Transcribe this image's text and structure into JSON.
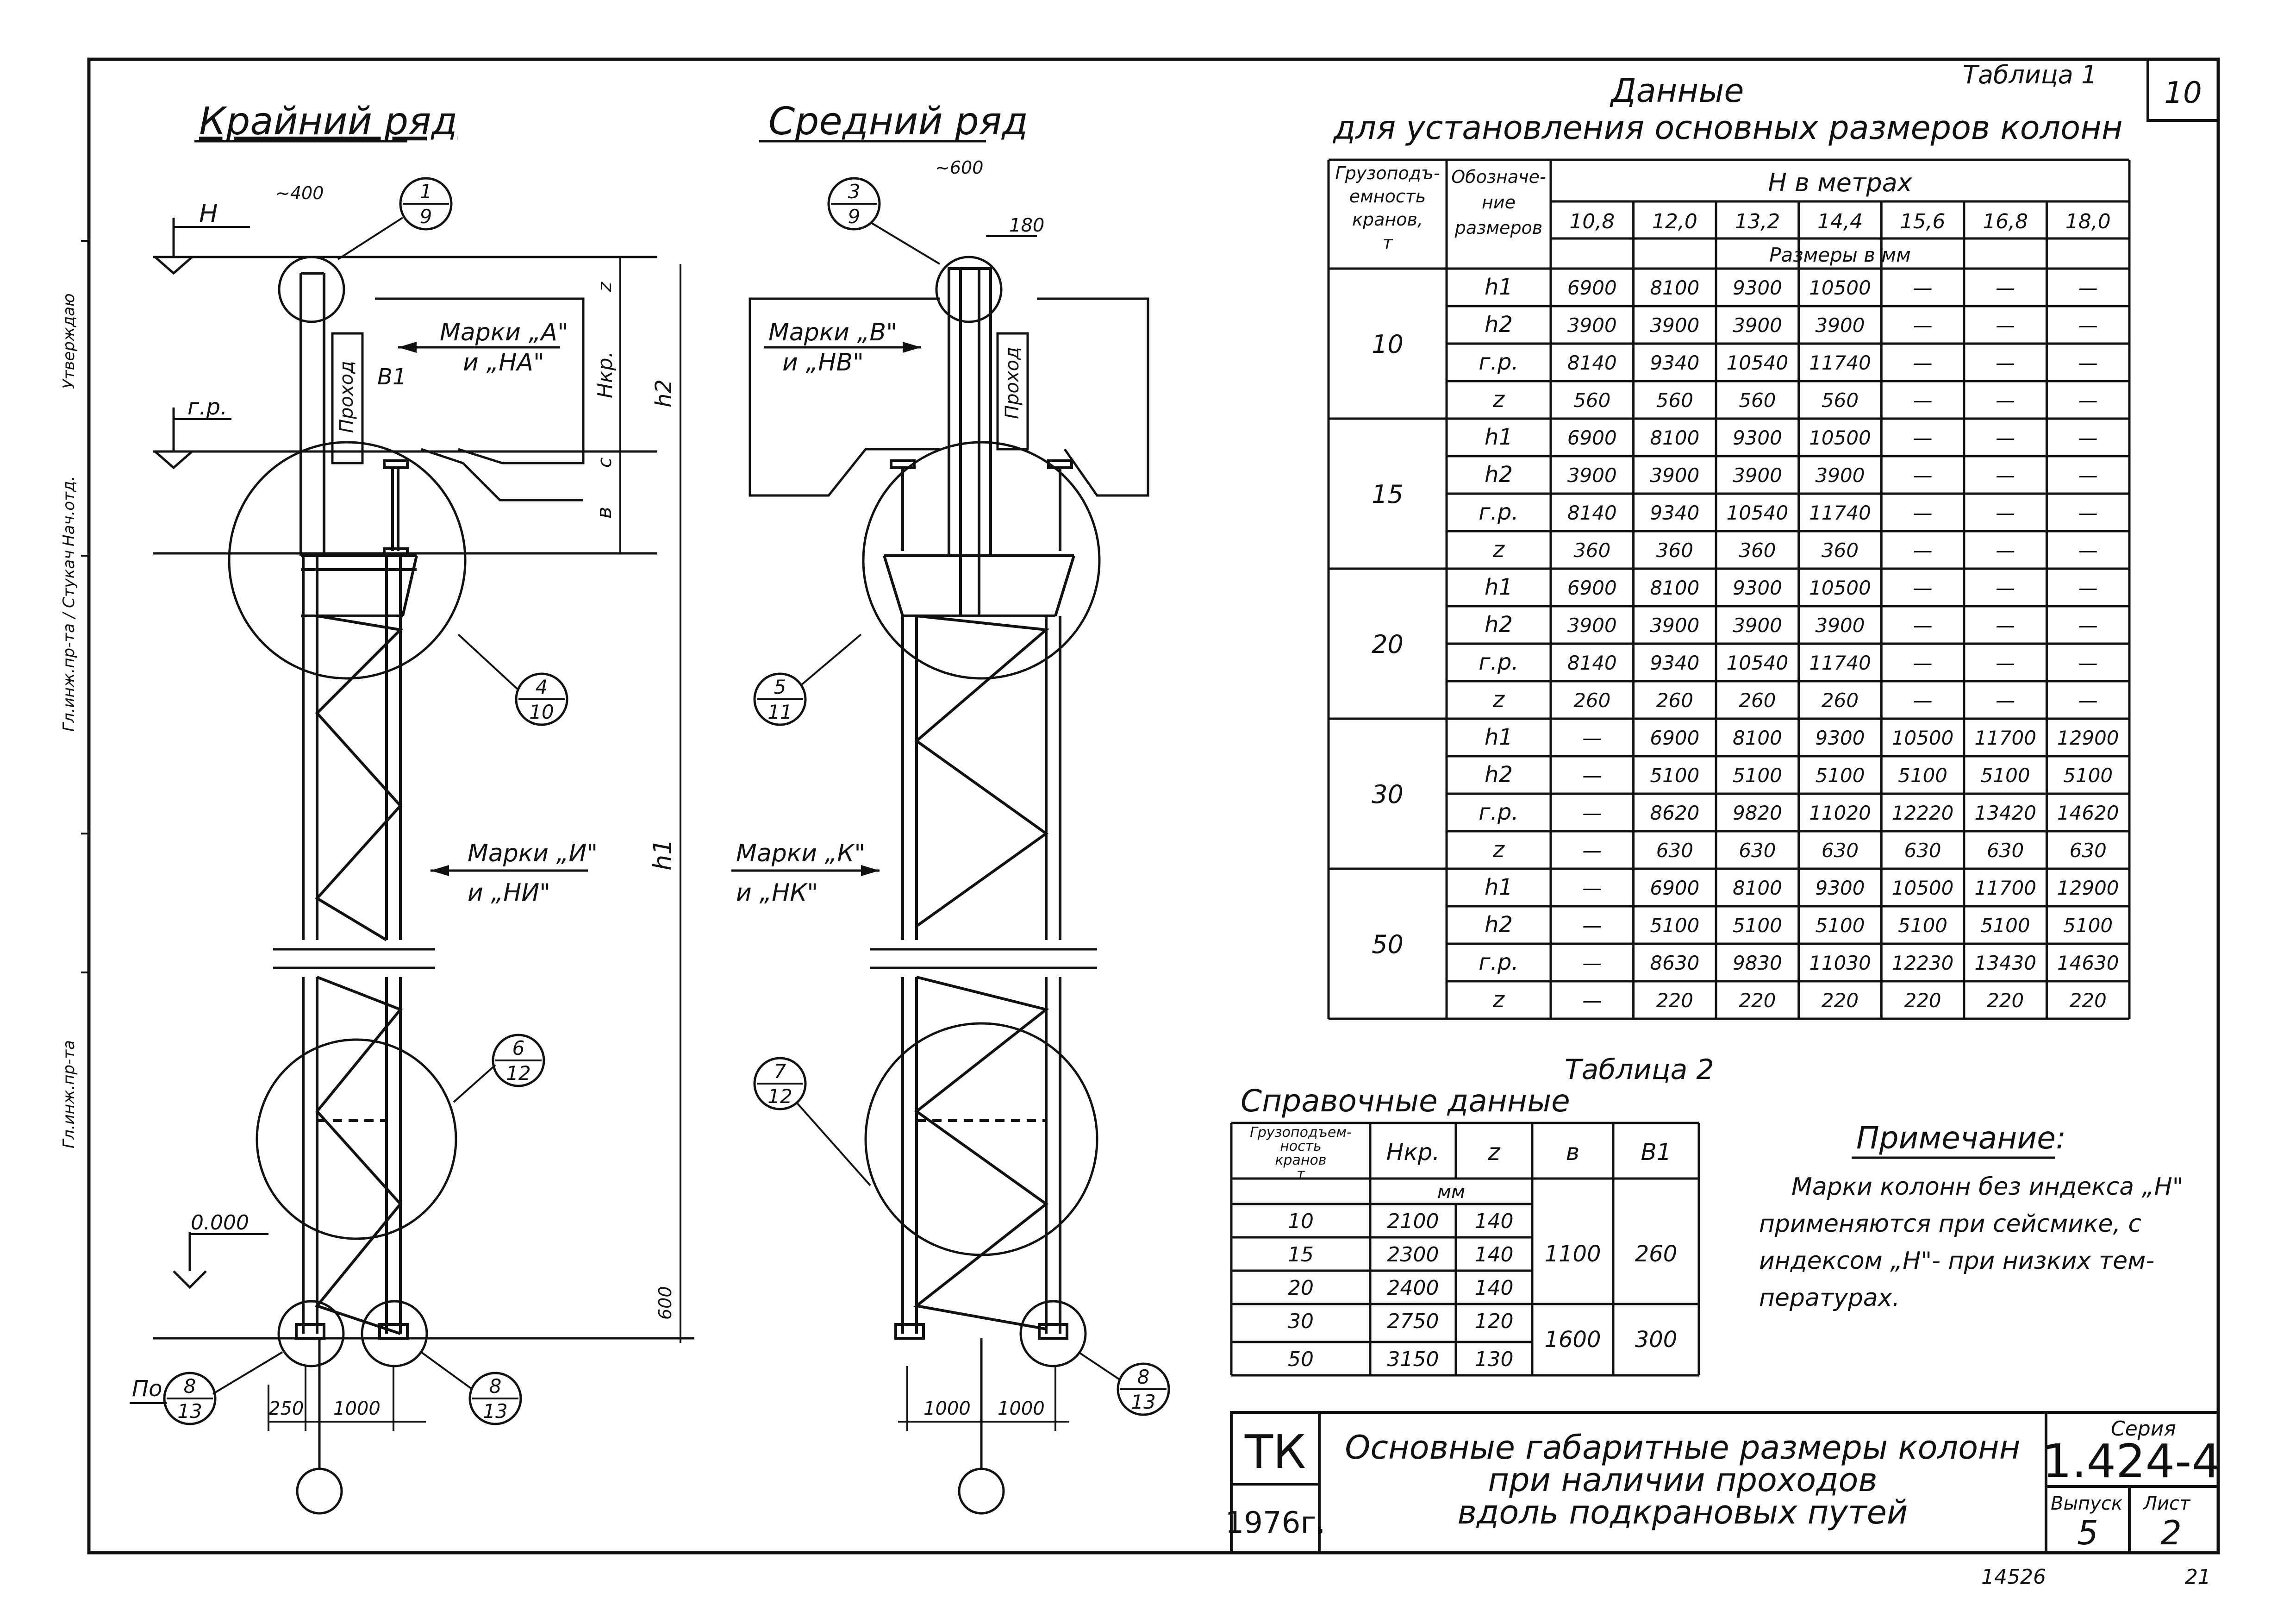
{
  "sheet_number": "10",
  "left_margin_stamps": [
    "Гл.инж.пр-та",
    "Гл.инж.пр-та / Стукач",
    "Нач.отд.",
    "Утверждаю"
  ],
  "views": {
    "edge": {
      "title": "Крайний ряд",
      "dim_top": "~400",
      "label_H": "Н",
      "label_gr": "г.р.",
      "label_B1": "В1",
      "label_passage": "Проход",
      "marks_top": [
        "Марки „А\"",
        "и „НА\""
      ],
      "marks_mid": [
        "Марки „И\"",
        "и „НИ\""
      ],
      "label_zero": "0.000",
      "label_po": "По",
      "dim_bottom": [
        "250",
        "1000"
      ],
      "callouts": [
        {
          "num": "1",
          "den": "9"
        },
        {
          "num": "4",
          "den": "10"
        },
        {
          "num": "6",
          "den": "12"
        },
        {
          "num": "8",
          "den": "13"
        },
        {
          "num": "8",
          "den": "13"
        }
      ]
    },
    "middle": {
      "title": "Средний ряд",
      "dim_top": "~600",
      "dim_top2": "180",
      "label_passage": "Проход",
      "marks_top": [
        "Марки „В\"",
        "и „НВ\""
      ],
      "marks_mid": [
        "Марки „К\"",
        "и „НК\""
      ],
      "dim_bottom": [
        "1000",
        "1000"
      ],
      "callouts": [
        {
          "num": "3",
          "den": "9"
        },
        {
          "num": "5",
          "den": "11"
        },
        {
          "num": "7",
          "den": "12"
        },
        {
          "num": "8",
          "den": "13"
        }
      ]
    },
    "dims": {
      "z": "z",
      "hkr": "Нкр.",
      "h2": "h2",
      "c": "с",
      "b": "в",
      "h1": "h1",
      "d600": "600"
    }
  },
  "table1": {
    "label": "Таблица 1",
    "title_line1": "Данные",
    "title_line2": "для установления основных размеров колонн",
    "header_col1": [
      "Грузоподъ-",
      "емность",
      "кранов,",
      "т"
    ],
    "header_col2": [
      "Обозначе-",
      "ние",
      "размеров"
    ],
    "header_h": "Н в метрах",
    "header_units": "Размеры в мм",
    "heights": [
      "10,8",
      "12,0",
      "13,2",
      "14,4",
      "15,6",
      "16,8",
      "18,0"
    ],
    "groups": [
      {
        "capacity": "10",
        "rows": [
          {
            "sym": "h1",
            "vals": [
              "6900",
              "8100",
              "9300",
              "10500",
              "—",
              "—",
              "—"
            ]
          },
          {
            "sym": "h2",
            "vals": [
              "3900",
              "3900",
              "3900",
              "3900",
              "—",
              "—",
              "—"
            ]
          },
          {
            "sym": "г.р.",
            "vals": [
              "8140",
              "9340",
              "10540",
              "11740",
              "—",
              "—",
              "—"
            ]
          },
          {
            "sym": "z",
            "vals": [
              "560",
              "560",
              "560",
              "560",
              "—",
              "—",
              "—"
            ]
          }
        ]
      },
      {
        "capacity": "15",
        "rows": [
          {
            "sym": "h1",
            "vals": [
              "6900",
              "8100",
              "9300",
              "10500",
              "—",
              "—",
              "—"
            ]
          },
          {
            "sym": "h2",
            "vals": [
              "3900",
              "3900",
              "3900",
              "3900",
              "—",
              "—",
              "—"
            ]
          },
          {
            "sym": "г.р.",
            "vals": [
              "8140",
              "9340",
              "10540",
              "11740",
              "—",
              "—",
              "—"
            ]
          },
          {
            "sym": "z",
            "vals": [
              "360",
              "360",
              "360",
              "360",
              "—",
              "—",
              "—"
            ]
          }
        ]
      },
      {
        "capacity": "20",
        "rows": [
          {
            "sym": "h1",
            "vals": [
              "6900",
              "8100",
              "9300",
              "10500",
              "—",
              "—",
              "—"
            ]
          },
          {
            "sym": "h2",
            "vals": [
              "3900",
              "3900",
              "3900",
              "3900",
              "—",
              "—",
              "—"
            ]
          },
          {
            "sym": "г.р.",
            "vals": [
              "8140",
              "9340",
              "10540",
              "11740",
              "—",
              "—",
              "—"
            ]
          },
          {
            "sym": "z",
            "vals": [
              "260",
              "260",
              "260",
              "260",
              "—",
              "—",
              "—"
            ]
          }
        ]
      },
      {
        "capacity": "30",
        "rows": [
          {
            "sym": "h1",
            "vals": [
              "—",
              "6900",
              "8100",
              "9300",
              "10500",
              "11700",
              "12900"
            ]
          },
          {
            "sym": "h2",
            "vals": [
              "—",
              "5100",
              "5100",
              "5100",
              "5100",
              "5100",
              "5100"
            ]
          },
          {
            "sym": "г.р.",
            "vals": [
              "—",
              "8620",
              "9820",
              "11020",
              "12220",
              "13420",
              "14620"
            ]
          },
          {
            "sym": "z",
            "vals": [
              "—",
              "630",
              "630",
              "630",
              "630",
              "630",
              "630"
            ]
          }
        ]
      },
      {
        "capacity": "50",
        "rows": [
          {
            "sym": "h1",
            "vals": [
              "—",
              "6900",
              "8100",
              "9300",
              "10500",
              "11700",
              "12900"
            ]
          },
          {
            "sym": "h2",
            "vals": [
              "—",
              "5100",
              "5100",
              "5100",
              "5100",
              "5100",
              "5100"
            ]
          },
          {
            "sym": "г.р.",
            "vals": [
              "—",
              "8630",
              "9830",
              "11030",
              "12230",
              "13430",
              "14630"
            ]
          },
          {
            "sym": "z",
            "vals": [
              "—",
              "220",
              "220",
              "220",
              "220",
              "220",
              "220"
            ]
          }
        ]
      }
    ]
  },
  "table2": {
    "label": "Таблица 2",
    "title": "Справочные данные",
    "header_col1": [
      "Грузоподъем-",
      "ность",
      "кранов",
      "т"
    ],
    "headers": [
      "Нкр.",
      "z",
      "в",
      "В1"
    ],
    "units": "мм",
    "rows": [
      {
        "capacity": "10",
        "hkr": "2100",
        "z": "140"
      },
      {
        "capacity": "15",
        "hkr": "2300",
        "z": "140"
      },
      {
        "capacity": "20",
        "hkr": "2400",
        "z": "140"
      },
      {
        "capacity": "30",
        "hkr": "2750",
        "z": "120"
      },
      {
        "capacity": "50",
        "hkr": "3150",
        "z": "130"
      }
    ],
    "merged": [
      {
        "b": "1100",
        "b1": "260"
      },
      {
        "b": "1600",
        "b1": "300"
      }
    ]
  },
  "note": {
    "title": "Примечание:",
    "lines": [
      "Марки колонн без индекса „Н\"",
      "применяются при сейсмике, с",
      "индексом „Н\"- при низких тем-",
      "пературах."
    ]
  },
  "title_block": {
    "org": "ТК",
    "year": "1976г.",
    "title_lines": [
      "Основные габаритные размеры колонн",
      "при наличии проходов",
      "вдоль подкрановых путей"
    ],
    "series_label": "Серия",
    "series": "1.424-4",
    "issue_label": "Выпуск",
    "issue": "5",
    "sheet_label": "Лист",
    "sheet": "2"
  },
  "inventory_number": "14526",
  "corner_mark": "21"
}
